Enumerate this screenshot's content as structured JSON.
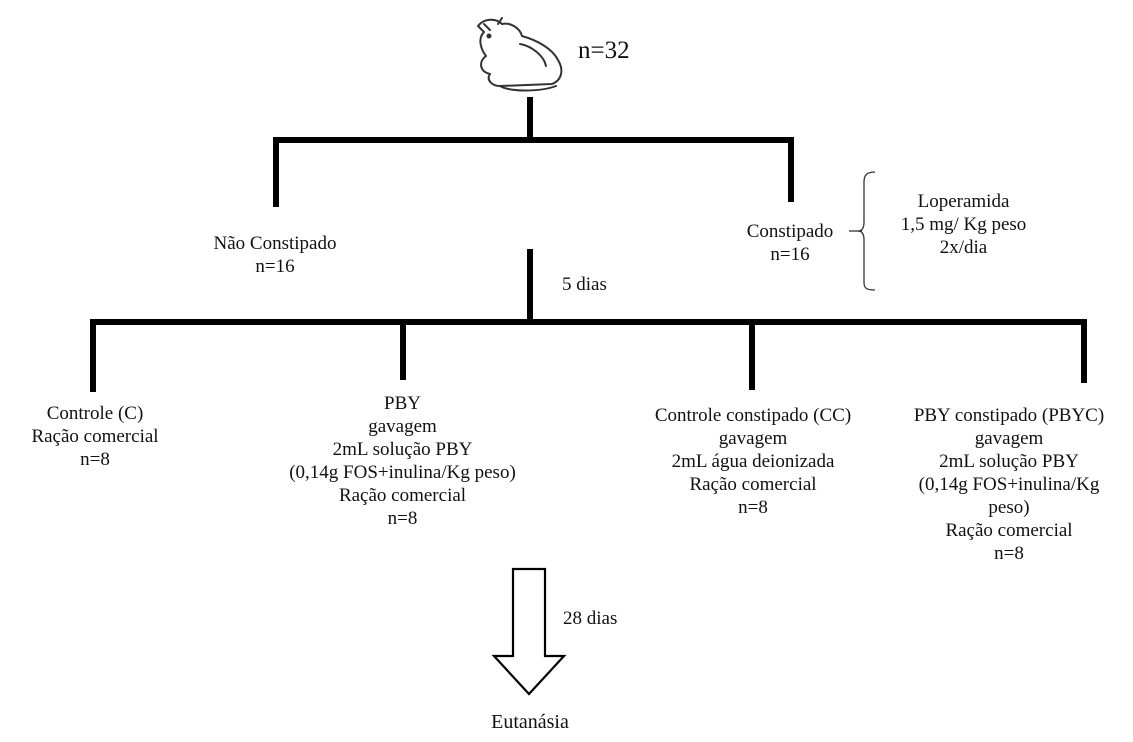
{
  "colors": {
    "line": "#000000",
    "text": "#111111",
    "background": "#ffffff"
  },
  "header": {
    "icon": "rat-icon",
    "count": "n=32"
  },
  "level1": {
    "left": {
      "name": "Não Constipado",
      "n": "n=16"
    },
    "right": {
      "name": "Constipado",
      "n": "n=16"
    },
    "treatment": [
      "Loperamida",
      "1,5 mg/ Kg peso",
      "2x/dia"
    ]
  },
  "duration1": "5 dias",
  "groups": [
    {
      "lines": [
        "Controle (C)",
        "Ração comercial",
        "n=8"
      ]
    },
    {
      "lines": [
        "PBY",
        "gavagem",
        "2mL solução PBY",
        "(0,14g FOS+inulina/Kg  peso)",
        "Ração comercial",
        "n=8"
      ]
    },
    {
      "lines": [
        "Controle constipado (CC)",
        "gavagem",
        "2mL água deionizada",
        "Ração comercial",
        "n=8"
      ]
    },
    {
      "lines": [
        "PBY constipado (PBYC)",
        "gavagem",
        "2mL solução PBY",
        "(0,14g FOS+inulina/Kg",
        "peso)",
        "Ração comercial",
        "n=8"
      ]
    }
  ],
  "duration2": "28 dias",
  "outcome": "Eutanásia"
}
